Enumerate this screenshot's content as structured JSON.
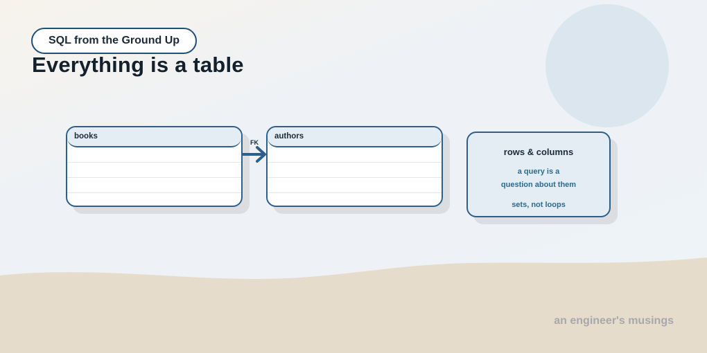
{
  "header": {
    "series_label": "SQL from the Ground Up",
    "title": "Everything is a table"
  },
  "diagram": {
    "tables": [
      {
        "name": "books"
      },
      {
        "name": "authors"
      }
    ],
    "relation": {
      "label": "FK",
      "from": "books",
      "to": "authors"
    },
    "note": {
      "title": "rows & columns",
      "lines": [
        "a query is a",
        "question about them",
        "sets, not loops"
      ]
    }
  },
  "footer": {
    "text": "an engineer's musings"
  },
  "colors": {
    "accent": "#2e5f8a",
    "header_fill": "#e5edf4",
    "sand": "#e6dccc",
    "note_text": "#2d6a8e"
  }
}
